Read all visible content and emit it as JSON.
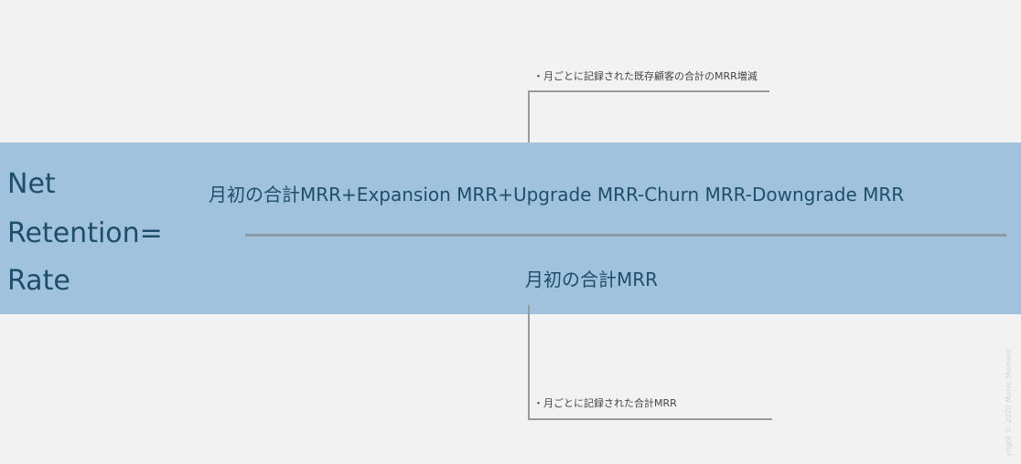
{
  "label": {
    "line1": "Net",
    "line2": "Retention=",
    "line3": "Rate"
  },
  "formula": {
    "numerator": "月初の合計MRR+Expansion MRR+Upgrade MRR-Churn MRR-Downgrade MRR",
    "denominator": "月初の合計MRR"
  },
  "notes": {
    "top": "・月ごとに記録された既存顧客の合計のMRR増減",
    "bottom": "・月ごとに記録された合計MRR"
  },
  "copyright": "yright © 2020 Manic Moment",
  "colors": {
    "band": "#a0c2dc",
    "text": "#1e4f6a",
    "callout_line": "#9a9a9a",
    "fraction_line": "#8c9aa4"
  }
}
